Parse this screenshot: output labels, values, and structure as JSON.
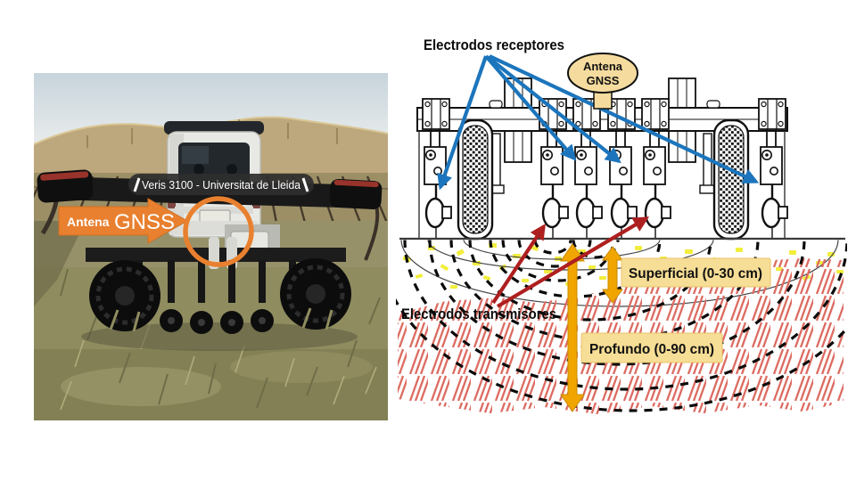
{
  "figure": {
    "background": "#ffffff"
  },
  "photo": {
    "banner_label": "Veris 3100 - Universitat de Lleida",
    "antenna_callout": {
      "prefix": "Antena",
      "main": "GNSS"
    }
  },
  "diagram": {
    "receivers_label": "Electrodos receptores",
    "transmitters_label": "Electrodos transmisores",
    "antenna_oval": {
      "line1": "Antena",
      "line2": "GNSS"
    },
    "depth_labels": {
      "shallow": "Superficial (0-30 cm)",
      "deep": "Profundo (0-90 cm)"
    }
  },
  "colors": {
    "receiver_arrow_blue": "#1C75BC",
    "transmitter_arrow_red": "#AE1F1F",
    "depth_arrow_gold": "#F0A500",
    "label_box_tan": "#F7DE96",
    "antenna_oval_tan": "#F5DC9E",
    "photo_callout_orange": "#E8802F",
    "soil_hatch_red": "#DC6B61",
    "soil_speckle_yellow": "#F2EE3E"
  }
}
